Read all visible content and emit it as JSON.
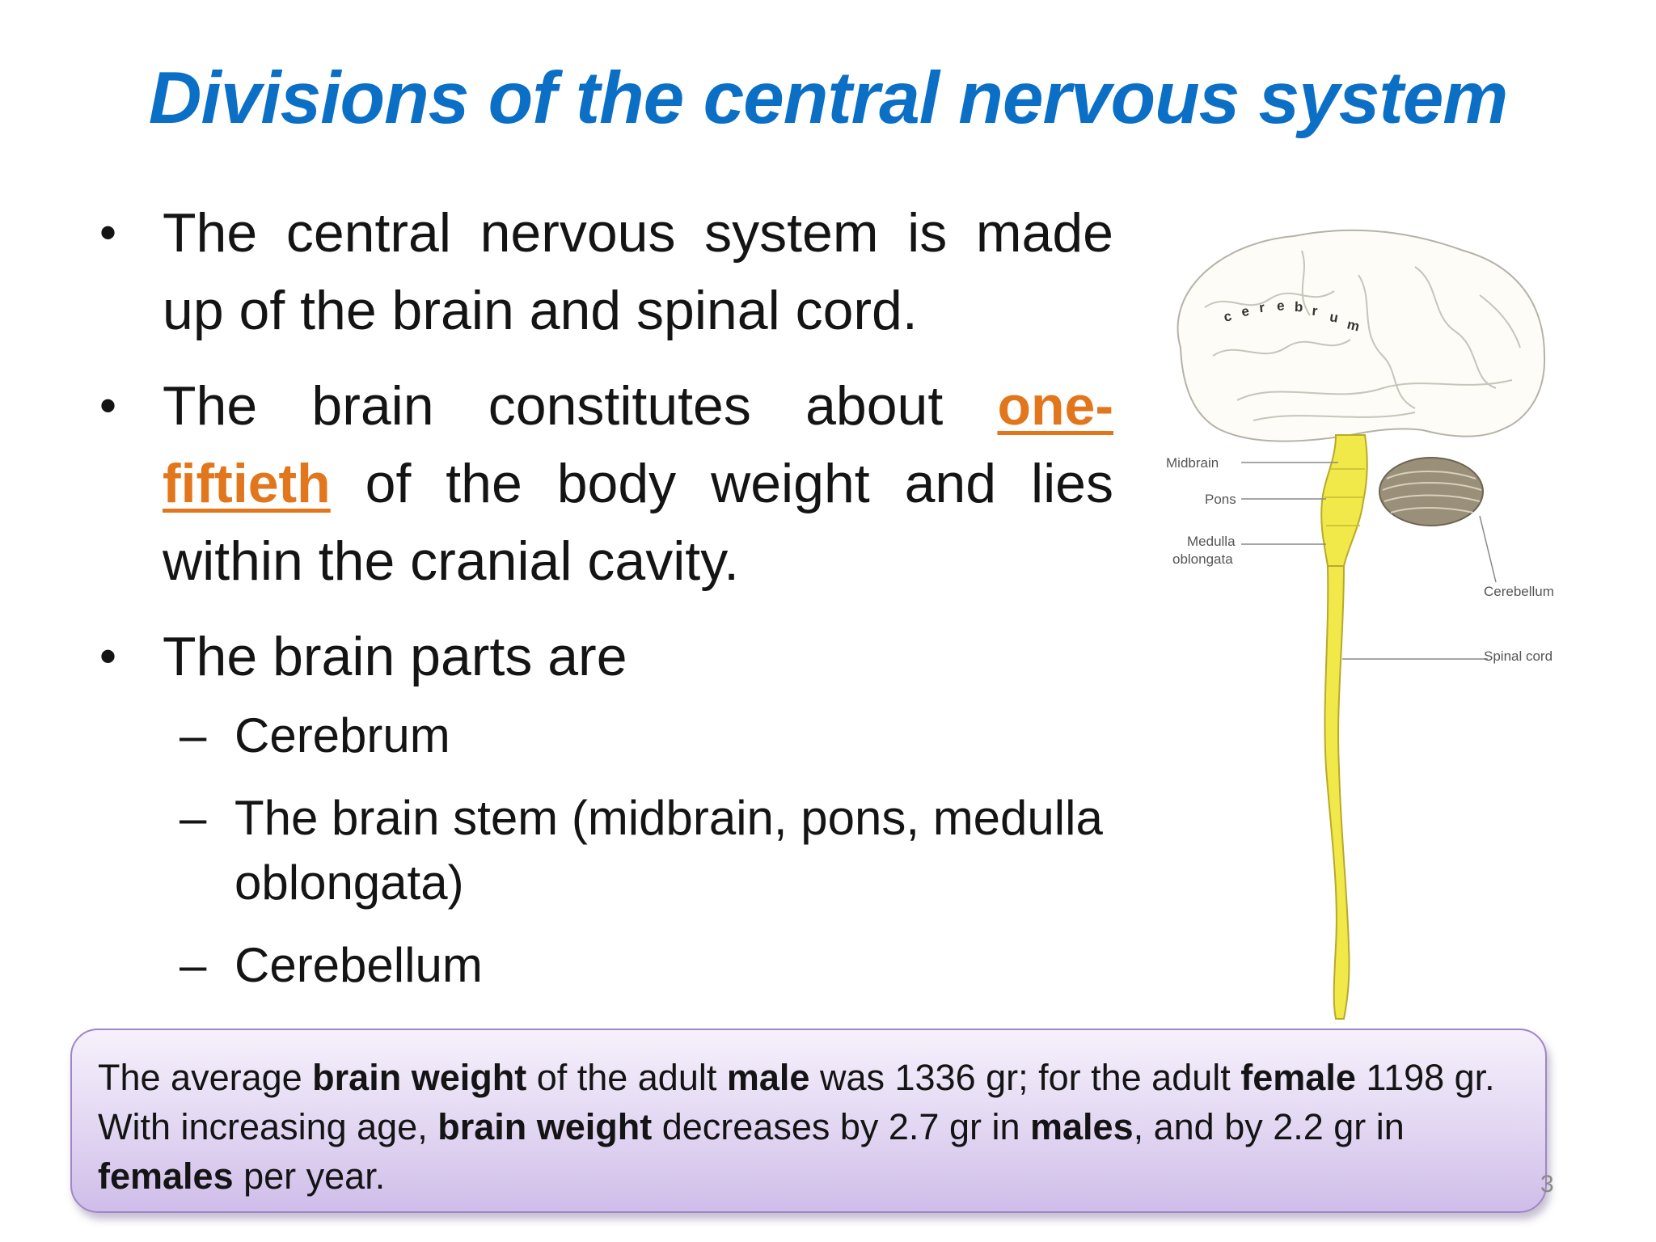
{
  "slide": {
    "title": "Divisions of the central nervous system",
    "bullets": [
      {
        "text": "The central nervous system is made up of the brain and spinal cord."
      },
      {
        "before": "The brain constitutes about ",
        "highlight": "one-fiftieth",
        "after": " of the body weight and lies within the cranial cavity."
      },
      {
        "text": "The brain parts are"
      }
    ],
    "bullet_glyph": "•",
    "dash_glyph": "–",
    "sub_items": [
      "Cerebrum",
      "The brain stem (midbrain, pons, medulla oblongata)",
      "Cerebellum"
    ],
    "note": {
      "parts": [
        {
          "t": "The average "
        },
        {
          "t": "brain weight",
          "b": true
        },
        {
          "t": " of the adult "
        },
        {
          "t": "male",
          "b": true
        },
        {
          "t": " was 1336 gr; for the adult "
        },
        {
          "t": "female",
          "b": true
        },
        {
          "t": " 1198 gr. With increasing age, "
        },
        {
          "t": "brain weight",
          "b": true
        },
        {
          "t": " decreases by 2.7 gr in "
        },
        {
          "t": "males",
          "b": true
        },
        {
          "t": ", and by 2.2 gr in "
        },
        {
          "t": "females",
          "b": true
        },
        {
          "t": " per year."
        }
      ]
    },
    "page_number": "3"
  },
  "figure": {
    "cerebrum_label": "cerebrum",
    "labels": {
      "midbrain": "Midbrain",
      "pons": "Pons",
      "medulla_1": "Medulla",
      "medulla_2": "oblongata",
      "cerebellum": "Cerebellum",
      "spinal_cord": "Spinal cord"
    },
    "colors": {
      "title": "#0b6fc6",
      "highlight": "#e2761c",
      "spinal_cord": "#f1e84a",
      "cerebellum": "#9a8f78",
      "note_border": "#9f86c6"
    }
  }
}
